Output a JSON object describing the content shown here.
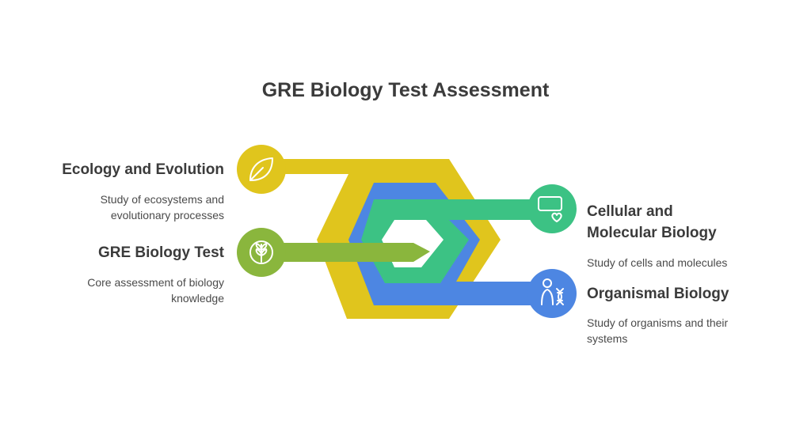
{
  "title": "GRE Biology Test Assessment",
  "colors": {
    "yellow": "#e0c51d",
    "blue": "#4d86e2",
    "green": "#3cc284",
    "lime": "#8ab63d",
    "text_dark": "#3b3b3b",
    "text_light": "#4a4a4a"
  },
  "items": {
    "ecology": {
      "heading": "Ecology and Evolution",
      "desc_line1": "Study of ecosystems and",
      "desc_line2": "evolutionary processes",
      "icon": "leaf-icon"
    },
    "gre": {
      "heading": "GRE Biology Test",
      "desc_line1": "Core assessment of biology",
      "desc_line2": "knowledge",
      "icon": "wheat-icon"
    },
    "cellular": {
      "heading_line1": "Cellular and",
      "heading_line2": "Molecular Biology",
      "desc_line1": "Study of cells and molecules",
      "icon": "cell-heart-icon"
    },
    "organismal": {
      "heading": "Organismal Biology",
      "desc_line1": "Study of organisms and their",
      "desc_line2": "systems",
      "icon": "dna-organism-icon"
    }
  }
}
